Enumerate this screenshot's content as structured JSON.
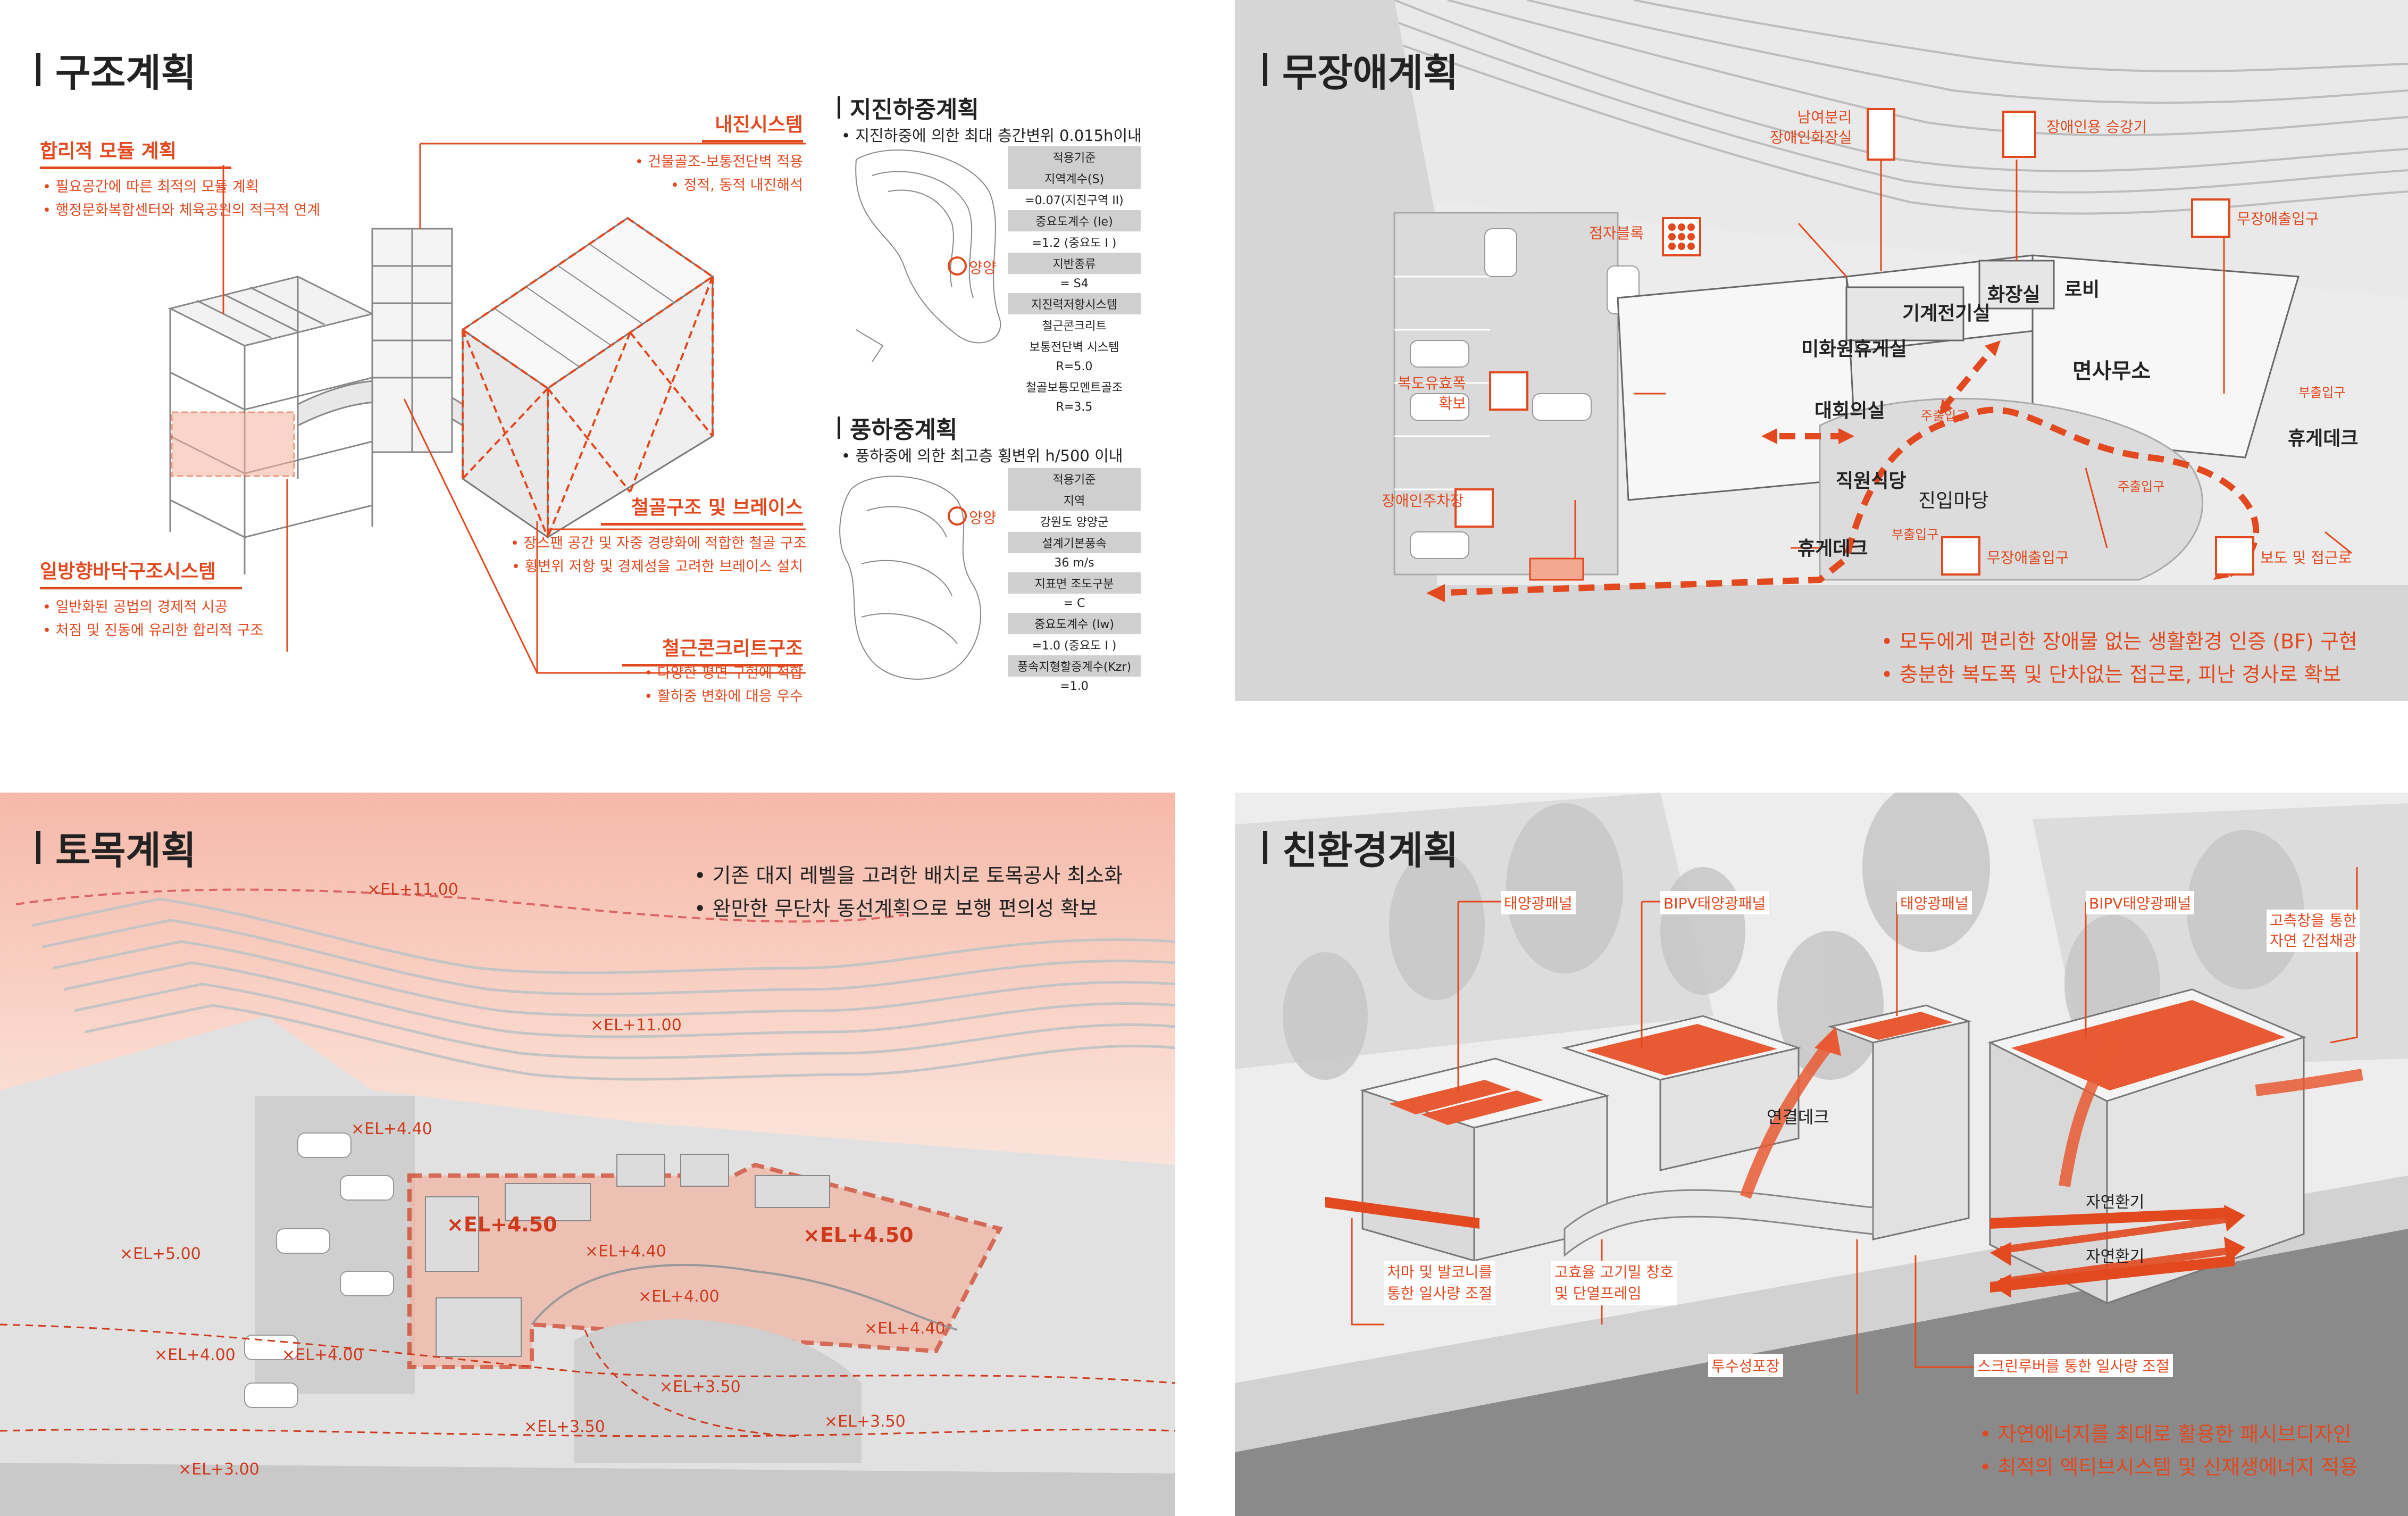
{
  "panel_structure": {
    "title": "구조계획",
    "modular": {
      "heading": "합리적 모듈 계획",
      "bullets": [
        "• 필요공간에 따른 최적의 모듈 계획",
        "• 행정문화복합센터와 체육공원의 적극적 연계"
      ]
    },
    "seismic_system": {
      "heading": "내진시스템",
      "bullets": [
        "• 건물골조-보통전단벽 적용",
        "• 정적, 동적 내진해석"
      ]
    },
    "one_way_slab": {
      "heading": "일방향바닥구조시스템",
      "bullets": [
        "• 일반화된 공법의 경제적 시공",
        "• 처짐 및 진동에 유리한 합리적 구조"
      ]
    },
    "steel_brace": {
      "heading": "철골구조 및 브레이스",
      "bullets": [
        "• 장스팬 공간 및 자중 경량화에 적합한 철골 구조",
        "• 횡변위 저항 및 경제성을 고려한 브레이스 설치"
      ]
    },
    "rc_structure": {
      "heading": "철근콘크리트구조",
      "bullets": [
        "• 다양한 평면 구현에 적합",
        "• 활하중 변화에 대응 우수"
      ]
    },
    "seismic_load": {
      "heading": "지진하중계획",
      "desc": "• 지진하중에 의한 최대 층간변위 0.015h이내",
      "map_label": "양양",
      "rows": [
        "적용기준",
        "지역계수(S)",
        "=0.07(지진구역 II)",
        "중요도계수 (Ie)",
        "=1.2 (중요도 I )",
        "지반종류",
        "= S4",
        "지진력저항시스템",
        "철근콘크리트",
        "보통전단벽 시스템",
        "R=5.0",
        "철골보통모멘트골조",
        "R=3.5"
      ]
    },
    "wind_load": {
      "heading": "풍하중계획",
      "desc": "• 풍하중에 의한 최고층 횡변위 h/500 이내",
      "map_label": "양양",
      "rows": [
        "적용기준",
        "지역",
        "강원도 양양군",
        "설계기본풍속",
        "36 m/s",
        "지표면 조도구분",
        "= C",
        "중요도계수 (Iw)",
        "=1.0 (중요도 I )",
        "풍속지형할증계수(Kzr)",
        "=1.0"
      ]
    }
  },
  "panel_barrier_free": {
    "title": "무장애계획",
    "rooms": {
      "machine": "기계전기실",
      "restroom": "화장실",
      "lobby": "로비",
      "lounge": "미화원휴게실",
      "conference": "대회의실",
      "office": "면사무소",
      "canteen": "직원식당",
      "deck_left": "휴게데크",
      "deck_right": "휴게데크",
      "plaza": "진입마당"
    },
    "entrances": {
      "main1": "주출입구",
      "main2": "주출입구",
      "sub": "부출입구",
      "sub2": "부출입구"
    },
    "icons": {
      "toilet": "남여분리\n장애인화장실",
      "elevator": "장애인용 승강기",
      "braille": "점자블록",
      "corridor": "복도유효폭\n확보",
      "parking": "장애인주차장",
      "exit_top": "무장애출입구",
      "exit_mid": "무장애출입구",
      "walkway": "보도 및 접근로"
    },
    "bullets": [
      "• 모두에게 편리한 장애물 없는 생활환경 인증 (BF) 구현",
      "• 충분한 복도폭 및 단차없는 접근로, 피난 경사로 확보"
    ]
  },
  "panel_civil": {
    "title": "토목계획",
    "bullets": [
      "• 기존 대지 레벨을 고려한 배치로 토목공사 최소화",
      "• 완만한 무단차 동선계획으로 보행 편의성 확보"
    ],
    "levels": [
      "×EL+11.00",
      "×EL+11.00",
      "×EL+4.40",
      "×EL+5.00",
      "×EL+4.50",
      "×EL+4.50",
      "×EL+4.40",
      "×EL+4.00",
      "×EL+4.40",
      "×EL+4.00",
      "×EL+4.00",
      "×EL+3.50",
      "×EL+3.50",
      "×EL+3.50",
      "×EL+3.00"
    ]
  },
  "panel_eco": {
    "title": "친환경계획",
    "labels": {
      "solar1": "태양광패널",
      "bipv1": "BIPV태양광패널",
      "solar2": "태양광패널",
      "bipv2": "BIPV태양광패널",
      "skylight": "고측창을 통한\n자연 간접채광",
      "deck": "연결데크",
      "vent1": "자연환기",
      "vent2": "자연환기",
      "eaves": "처마 및 발코니를\n통한 일사량 조절",
      "windows": "고효율 고기밀 창호\n및 단열프레임",
      "louver": "스크린루버를 통한 일사량 조절",
      "paving": "투수성포장"
    },
    "bullets": [
      "• 자연에너지를 최대로 활용한 패시브디자인",
      "• 최적의 엑티브시스템 및 신재생에너지 적용"
    ]
  },
  "colors": {
    "accent": "#e2491f",
    "dark": "#222222",
    "grey": "#9a9a9a"
  }
}
